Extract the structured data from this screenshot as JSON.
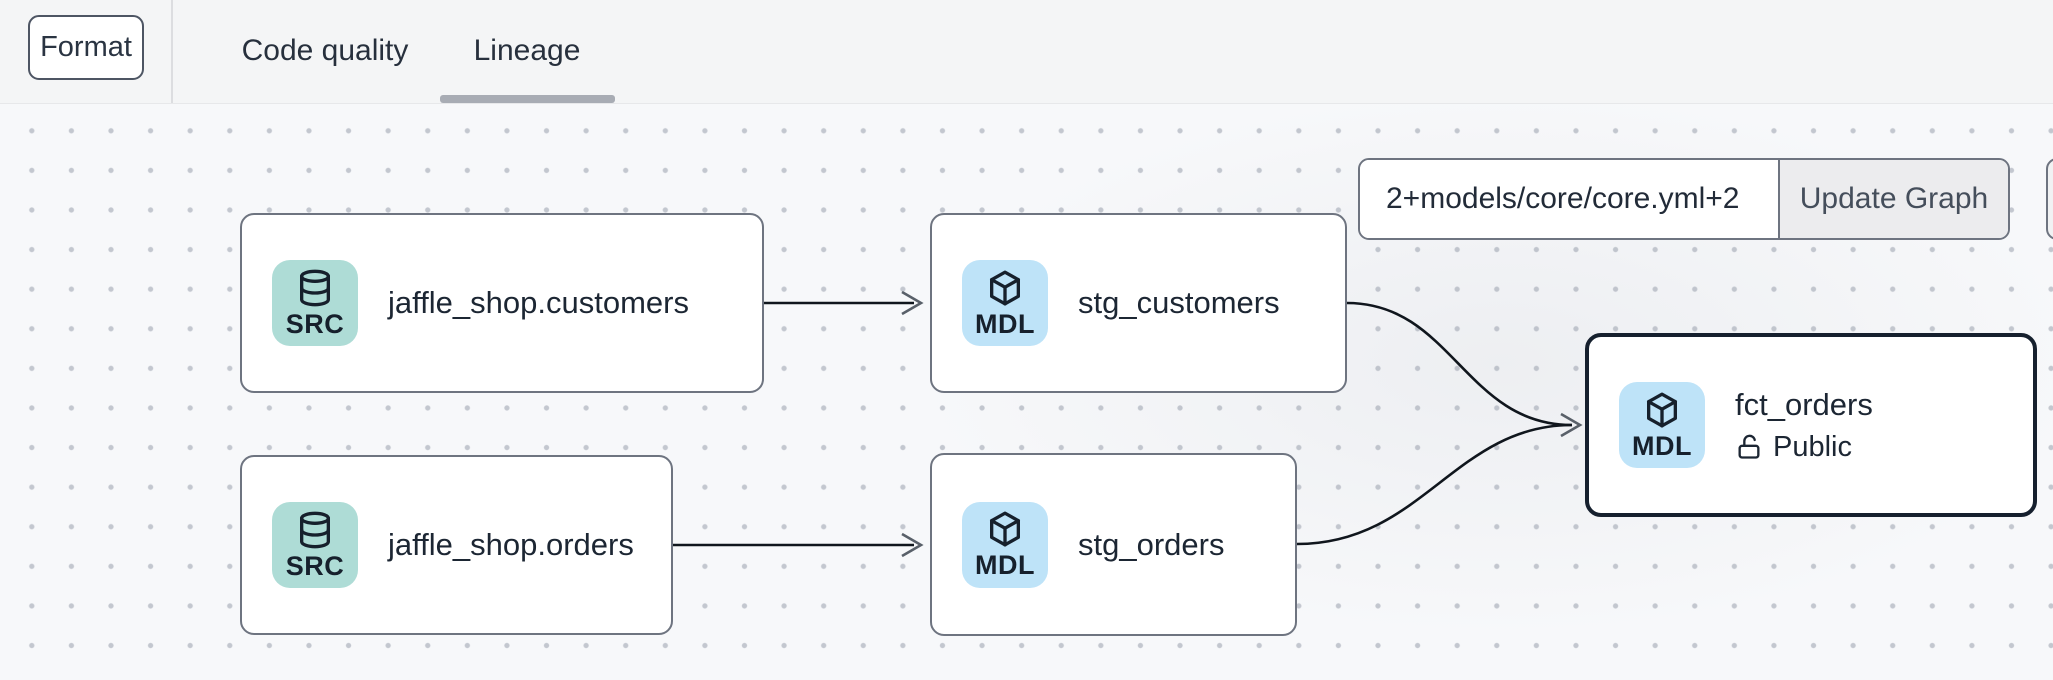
{
  "header": {
    "format_button": "Format",
    "tabs": {
      "code_quality": "Code quality",
      "lineage": "Lineage",
      "active_tab": "Lineage"
    }
  },
  "lineage_toolbar": {
    "selector_input": {
      "value": "2+models/core/core.yml+2"
    },
    "update_graph_button": "Update Graph"
  },
  "graph": {
    "nodes": [
      {
        "id": "jaffle_shop.customers",
        "resource_type": "source",
        "badge": "SRC",
        "icon": "database-icon",
        "title": "jaffle_shop.customers",
        "selected": false
      },
      {
        "id": "stg_customers",
        "resource_type": "model",
        "badge": "MDL",
        "icon": "cube-icon",
        "title": "stg_customers",
        "selected": false
      },
      {
        "id": "jaffle_shop.orders",
        "resource_type": "source",
        "badge": "SRC",
        "icon": "database-icon",
        "title": "jaffle_shop.orders",
        "selected": false
      },
      {
        "id": "stg_orders",
        "resource_type": "model",
        "badge": "MDL",
        "icon": "cube-icon",
        "title": "stg_orders",
        "selected": false
      },
      {
        "id": "fct_orders",
        "resource_type": "model",
        "badge": "MDL",
        "icon": "cube-icon",
        "title": "fct_orders",
        "access": "Public",
        "access_icon": "unlock-icon",
        "selected": true
      }
    ],
    "edges": [
      {
        "from": "jaffle_shop.customers",
        "to": "stg_customers"
      },
      {
        "from": "jaffle_shop.orders",
        "to": "stg_orders"
      },
      {
        "from": "stg_customers",
        "to": "fct_orders"
      },
      {
        "from": "stg_orders",
        "to": "fct_orders"
      }
    ]
  },
  "colors": {
    "topbar_bg": "#f4f5f6",
    "canvas_bg": "#f7f8fa",
    "dot_grid": "#c3c7cf",
    "node_border": "#6e7480",
    "selected_node_border": "#16202e",
    "source_badge_bg": "#aedcd6",
    "model_badge_bg": "#bee3f8",
    "edge_stroke": "#10161d",
    "tab_underline": "#a8acb4"
  }
}
